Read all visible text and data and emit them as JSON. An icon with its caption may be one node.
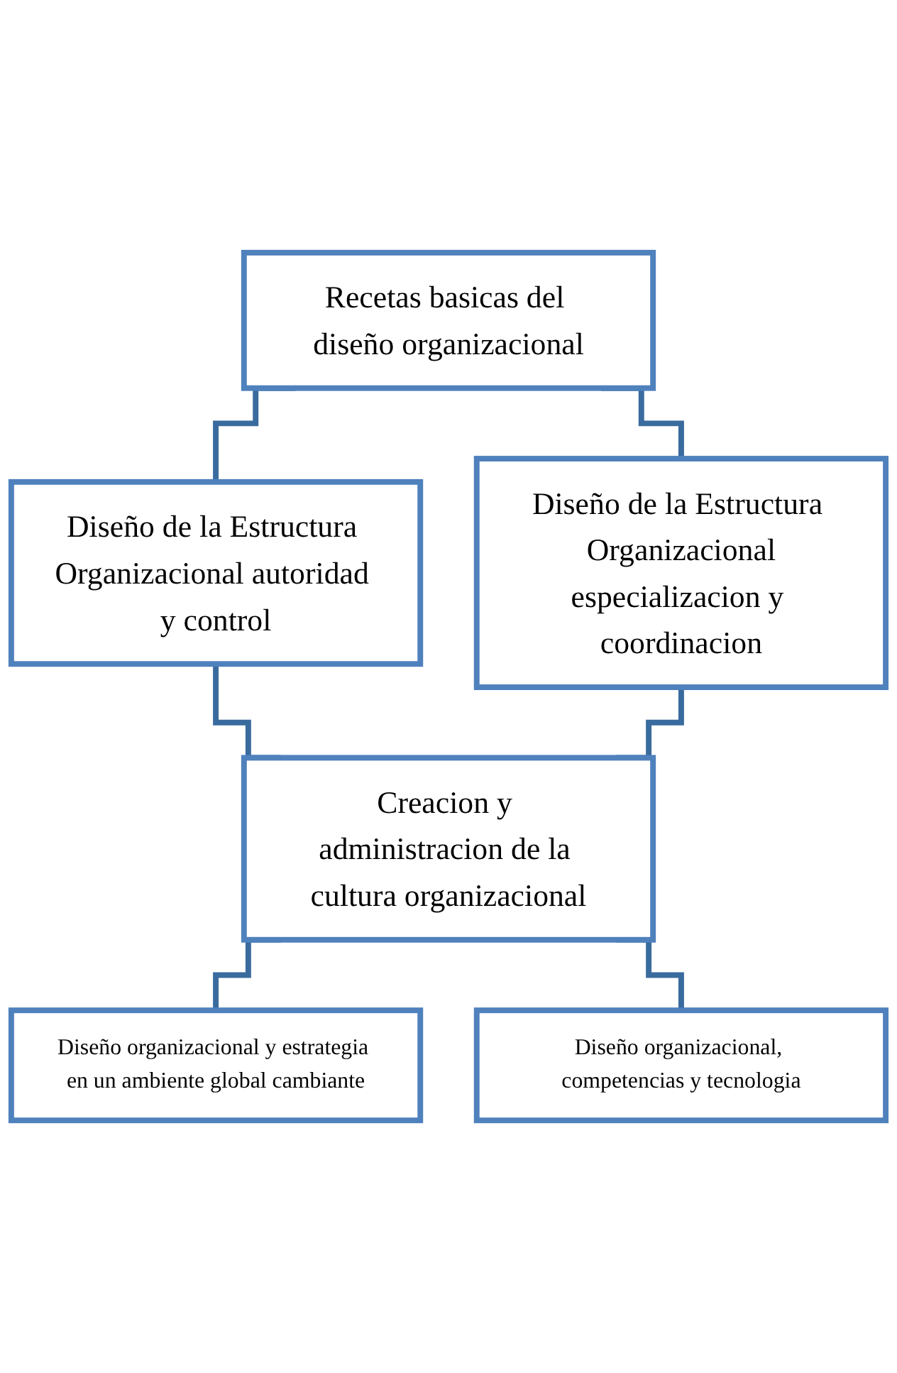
{
  "diagram": {
    "nodes": [
      {
        "text": [
          "Recetas basicas del diseño organizacional"
        ]
      },
      {
        "text": [
          "Diseño de la Estructura Organizacional autoridad y control"
        ]
      },
      {
        "text": [
          "Diseño de la Estructura Organizacional",
          "especializacion y coordinacion"
        ]
      },
      {
        "text": [
          "Creacion y administracion de la cultura organizacional"
        ]
      },
      {
        "text": [
          "Diseño organizacional y estrategia en un ambiente global cambiante"
        ]
      },
      {
        "text": [
          "Diseño organizacional, competencias y tecnologia"
        ]
      }
    ],
    "edges": [
      {
        "from": 0,
        "to": 1,
        "arrow": "none"
      },
      {
        "from": 0,
        "to": 2,
        "arrow": "none"
      },
      {
        "from": 1,
        "to": 3,
        "arrow": "none"
      },
      {
        "from": 2,
        "to": 3,
        "arrow": "none"
      },
      {
        "from": 3,
        "to": 4,
        "arrow": "none"
      },
      {
        "from": 3,
        "to": 5,
        "arrow": "none"
      }
    ]
  }
}
